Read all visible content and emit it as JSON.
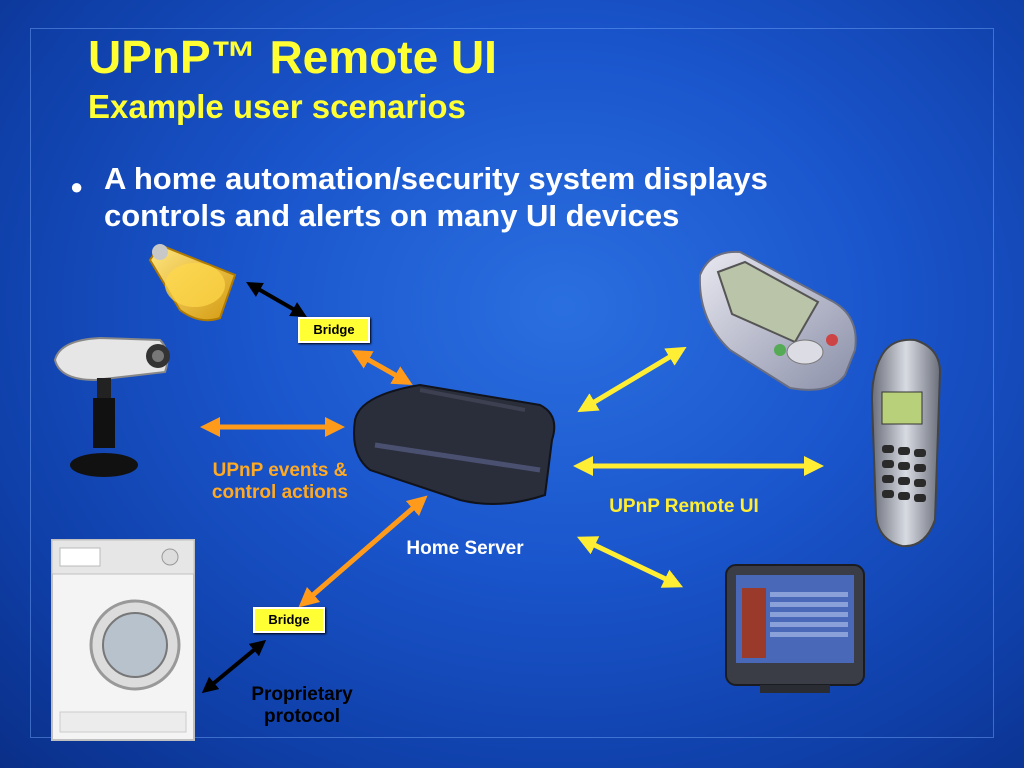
{
  "slide": {
    "title": "UPnP™ Remote UI",
    "subtitle": "Example user scenarios",
    "bullet_marker": "●",
    "bullet": "A home automation/security system displays controls and alerts on many UI devices"
  },
  "diagram": {
    "bridge_top": "Bridge",
    "bridge_bottom": "Bridge",
    "events_label_line1": "UPnP events &",
    "events_label_line2": "control actions",
    "server_label": "Home Server",
    "remote_ui_label": "UPnP Remote UI",
    "proprietary_line1": "Proprietary",
    "proprietary_line2": "protocol"
  },
  "colors": {
    "title": "#ffff33",
    "orange_arrow": "#ff9a1a",
    "yellow_arrow": "#ffee33",
    "black_arrow": "#000000",
    "events_label": "#ffaa22",
    "remote_ui_label": "#ffee33"
  },
  "icons": [
    "lightbulb-icon",
    "camera-icon",
    "washing-machine-icon",
    "home-server-icon",
    "pda-icon",
    "cordless-phone-icon",
    "television-icon"
  ]
}
